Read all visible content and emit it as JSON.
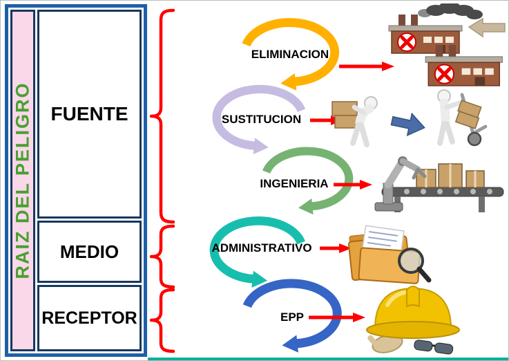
{
  "root": {
    "label": "RAIZ DEL PELIGRO"
  },
  "categories": [
    {
      "label": "FUENTE"
    },
    {
      "label": "MEDIO"
    },
    {
      "label": "RECEPTOR"
    }
  ],
  "controls": [
    {
      "label": "ELIMINACION",
      "arc_color": "#FFB000",
      "image": "factory-shutdown-icon"
    },
    {
      "label": "SUSTITUCION",
      "arc_color": "#C6BCE2",
      "image": "manual-carry-to-handtruck-icon"
    },
    {
      "label": "INGENIERIA",
      "arc_color": "#76B372",
      "image": "robot-arm-conveyor-icon"
    },
    {
      "label": "ADMINISTRATIVO",
      "arc_color": "#17BEAD",
      "image": "folders-magnifier-icon"
    },
    {
      "label": "EPP",
      "arc_color": "#3565C5",
      "image": "hard-hat-ppe-icon"
    }
  ],
  "colors": {
    "outer_border": "#1F5FA8",
    "cell_border": "#17375E",
    "root_bg": "#FBD7EA",
    "root_text": "#46A12E",
    "category_text": "#000000",
    "control_text": "#000000",
    "brace": "#FF0000",
    "pointer_arrow": "#FF0000",
    "bottom_rule": "#00B09B"
  }
}
